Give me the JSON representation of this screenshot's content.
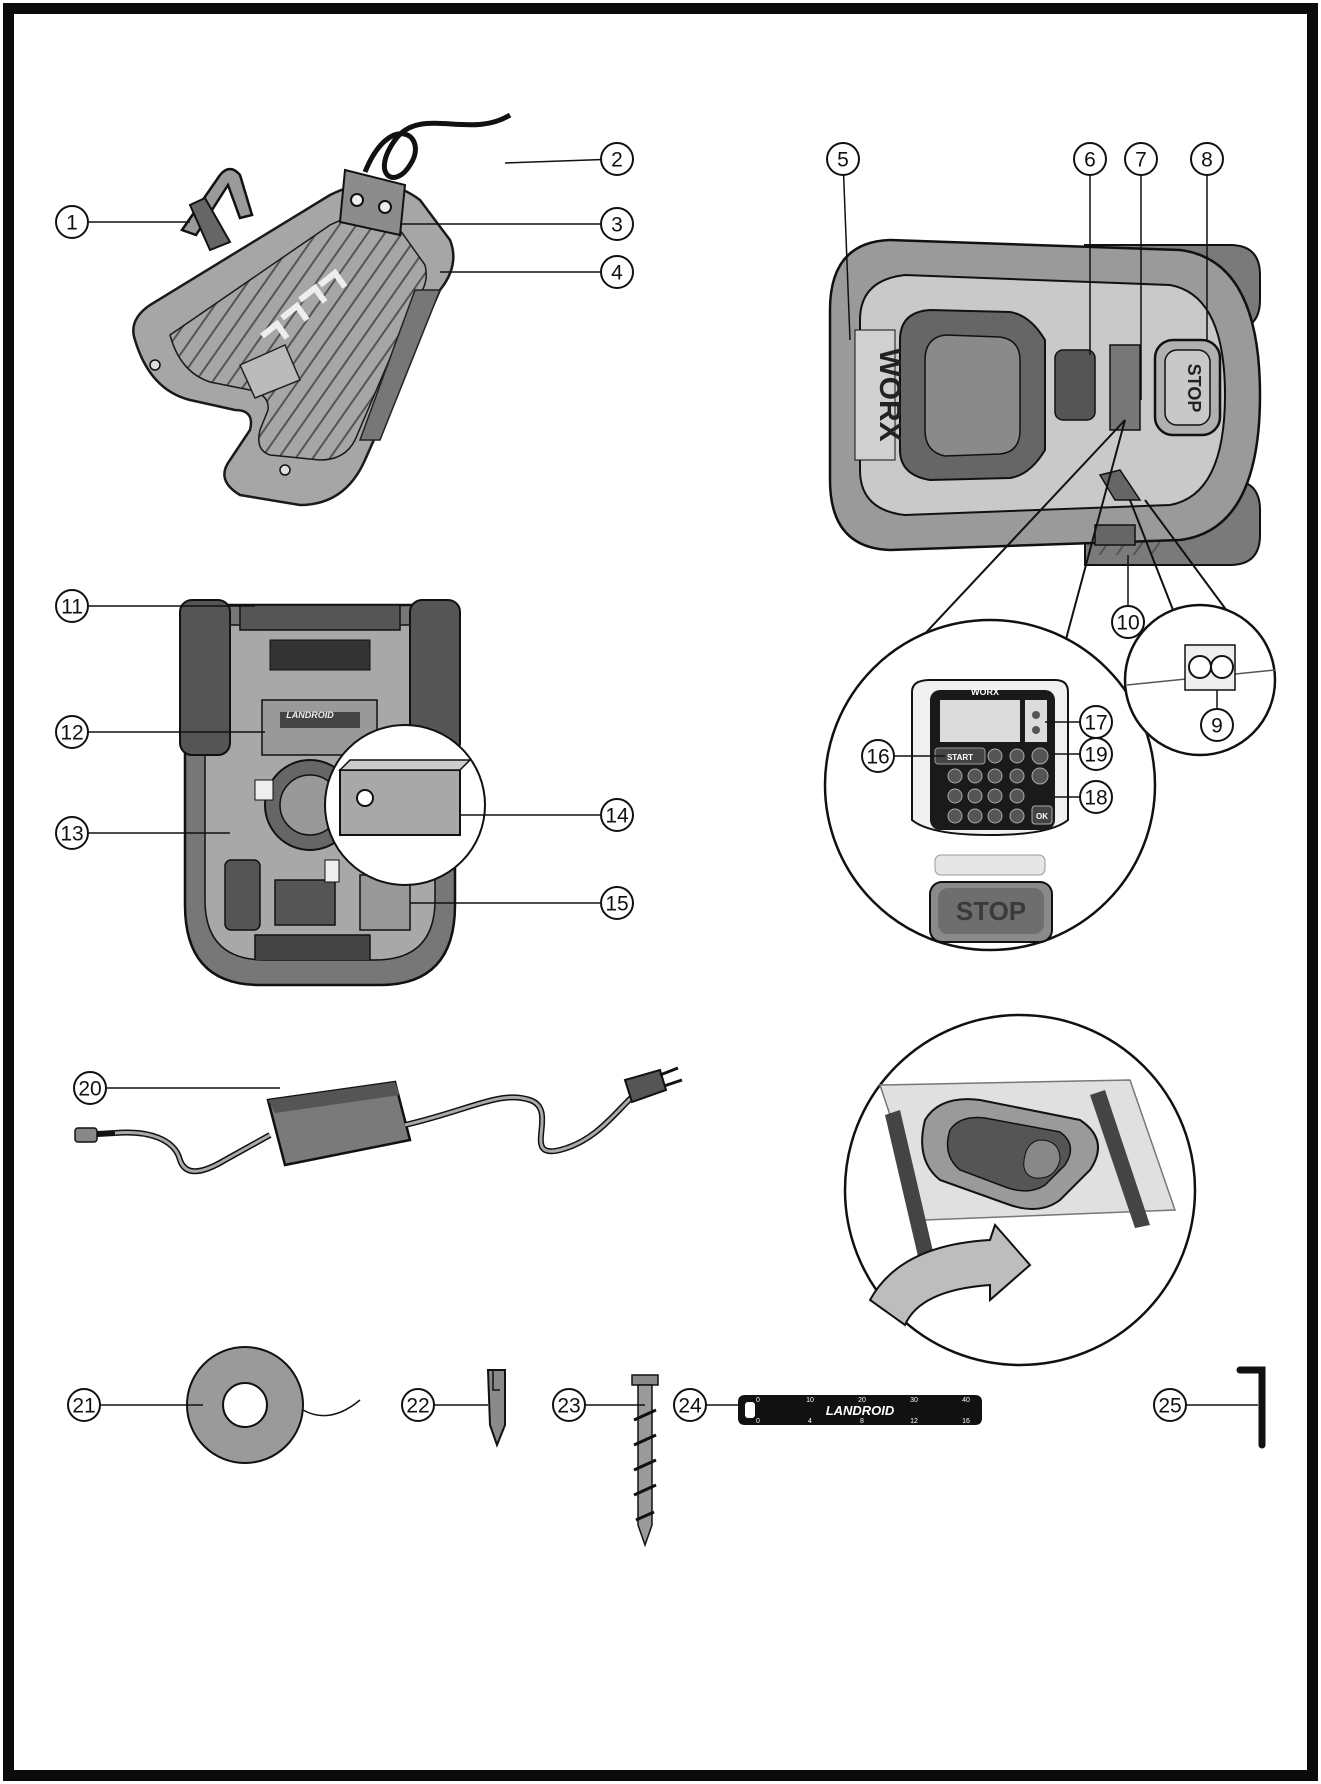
{
  "callouts": [
    "1",
    "2",
    "3",
    "4",
    "5",
    "6",
    "7",
    "8",
    "9",
    "10",
    "11",
    "12",
    "13",
    "14",
    "15",
    "16",
    "17",
    "18",
    "19",
    "20",
    "21",
    "22",
    "23",
    "24",
    "25"
  ],
  "mower_labels": {
    "brand_logo": "WORX",
    "stop_button": "STOP",
    "stop_button_zoom": "STOP",
    "panel_brand": "WORX",
    "panel_start_key": "START",
    "panel_ok_key": "OK",
    "cutting_disk_label": "LANDROID"
  },
  "gauge": {
    "brand": "LANDROID",
    "top_scale": [
      "0",
      "10",
      "20",
      "30",
      "40"
    ],
    "bottom_scale": [
      "0",
      "4",
      "8",
      "12",
      "16"
    ]
  },
  "colors": {
    "frame": "#0b0b0b",
    "line": "#1a1a1a",
    "fill_light": "#d9d9d9",
    "fill_mid": "#8a8a8a",
    "fill_dark": "#4a4a4a"
  }
}
